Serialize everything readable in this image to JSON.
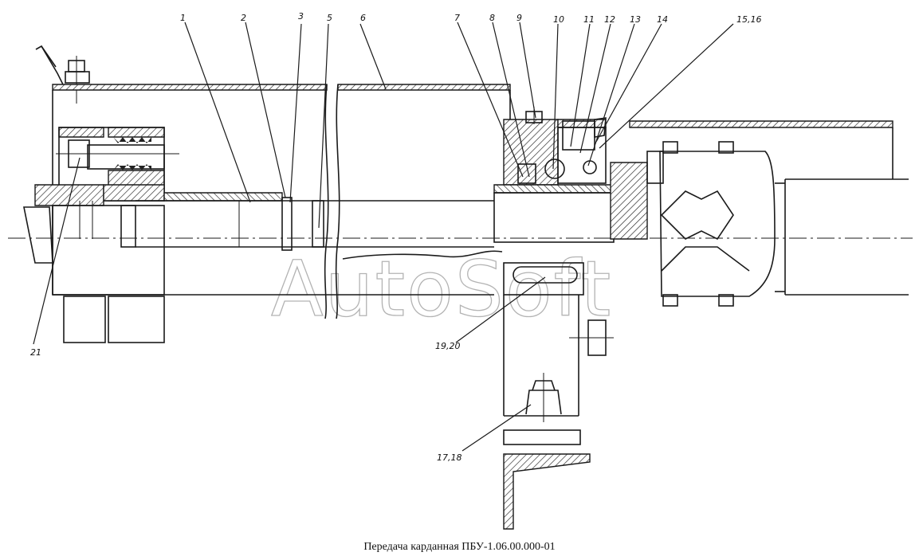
{
  "caption": "Передача карданная ПБУ-1.06.00.000-01",
  "watermark": "AutoSoft",
  "callouts": [
    "1",
    "2",
    "3",
    "5",
    "6",
    "7",
    "8",
    "9",
    "10",
    "11",
    "12",
    "13",
    "14",
    "15,16",
    "21",
    "19,20",
    "17,18"
  ]
}
